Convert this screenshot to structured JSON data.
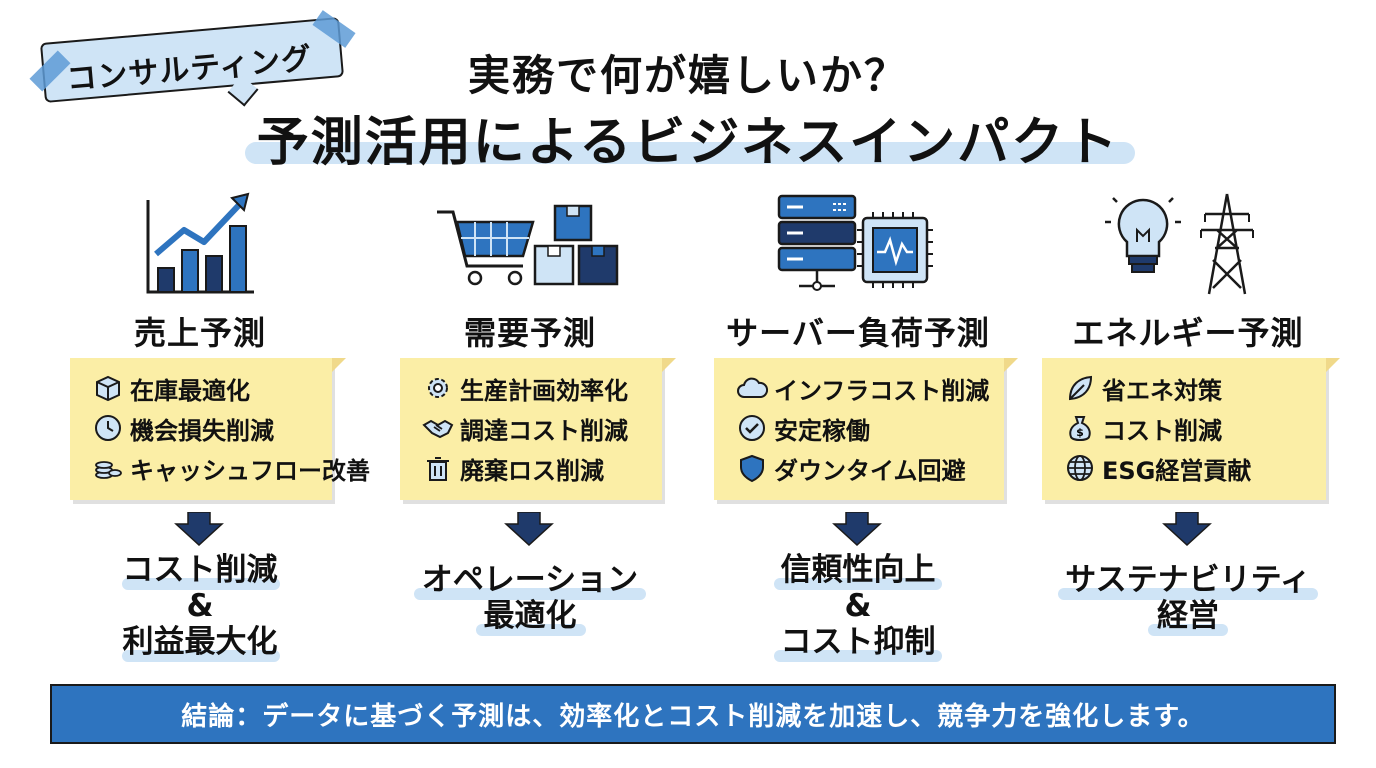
{
  "tag": {
    "label": "コンサルティング"
  },
  "title": {
    "line1": "実務で何が嬉しいか？",
    "line2": "予測活用によるビジネスインパクト"
  },
  "colors": {
    "accent_blue": "#2e74bf",
    "note_yellow": "#fbeea6",
    "highlight_blue": "#cfe4f6",
    "navy": "#1f3a6b"
  },
  "columns": [
    {
      "title": "売上予測",
      "icon": "bar-chart-growth-icon",
      "items": [
        {
          "icon": "box-icon",
          "label": "在庫最適化"
        },
        {
          "icon": "clock-icon",
          "label": "機会損失削減"
        },
        {
          "icon": "coins-icon",
          "label": "キャッシュフロー改善"
        }
      ],
      "result": [
        "コスト削減",
        "&",
        "利益最大化"
      ]
    },
    {
      "title": "需要予測",
      "icon": "shopping-cart-boxes-icon",
      "items": [
        {
          "icon": "gear-icon",
          "label": "生産計画効率化"
        },
        {
          "icon": "handshake-icon",
          "label": "調達コスト削減"
        },
        {
          "icon": "trash-icon",
          "label": "廃棄ロス削減"
        }
      ],
      "result": [
        "オペレーション",
        "最適化"
      ]
    },
    {
      "title": "サーバー負荷予測",
      "icon": "server-chip-icon",
      "items": [
        {
          "icon": "cloud-icon",
          "label": "インフラコスト削減"
        },
        {
          "icon": "check-circle-icon",
          "label": "安定稼働"
        },
        {
          "icon": "shield-icon",
          "label": "ダウンタイム回避"
        }
      ],
      "result": [
        "信頼性向上",
        "&",
        "コスト抑制"
      ]
    },
    {
      "title": "エネルギー予測",
      "icon": "lightbulb-tower-icon",
      "items": [
        {
          "icon": "leaf-icon",
          "label": "省エネ対策"
        },
        {
          "icon": "money-bag-icon",
          "label": "コスト削減"
        },
        {
          "icon": "globe-icon",
          "label": "ESG経営貢献"
        }
      ],
      "result": [
        "サステナビリティ",
        "経営"
      ]
    }
  ],
  "conclusion": "結論：データに基づく予測は、効率化とコスト削減を加速し、競争力を強化します。"
}
